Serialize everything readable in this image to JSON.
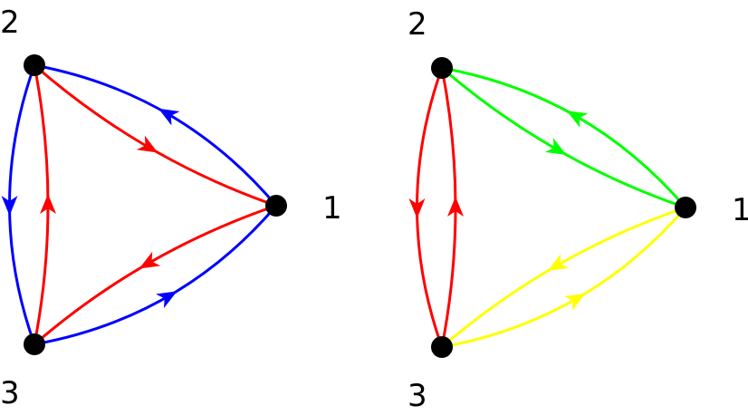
{
  "diagrams": [
    {
      "id": "left",
      "nodes": [
        {
          "id": "2",
          "label": "2"
        },
        {
          "id": "1",
          "label": "1"
        },
        {
          "id": "3",
          "label": "3"
        }
      ],
      "edges": [
        {
          "from": "1",
          "to": "2",
          "color": "#0000ff",
          "side": "outer"
        },
        {
          "from": "2",
          "to": "1",
          "color": "#ff0000",
          "side": "inner"
        },
        {
          "from": "2",
          "to": "3",
          "color": "#0000ff",
          "side": "outer"
        },
        {
          "from": "3",
          "to": "2",
          "color": "#ff0000",
          "side": "inner"
        },
        {
          "from": "3",
          "to": "1",
          "color": "#0000ff",
          "side": "outer"
        },
        {
          "from": "1",
          "to": "3",
          "color": "#ff0000",
          "side": "inner"
        }
      ]
    },
    {
      "id": "right",
      "nodes": [
        {
          "id": "2",
          "label": "2"
        },
        {
          "id": "1",
          "label": "1"
        },
        {
          "id": "3",
          "label": "3"
        }
      ],
      "edges": [
        {
          "from": "1",
          "to": "2",
          "color": "#00ff00",
          "side": "outer"
        },
        {
          "from": "2",
          "to": "1",
          "color": "#00ff00",
          "side": "inner"
        },
        {
          "from": "2",
          "to": "3",
          "color": "#ff0000",
          "side": "outer"
        },
        {
          "from": "3",
          "to": "2",
          "color": "#ff0000",
          "side": "inner"
        },
        {
          "from": "3",
          "to": "1",
          "color": "#ffff00",
          "side": "outer"
        },
        {
          "from": "1",
          "to": "3",
          "color": "#ffff00",
          "side": "inner"
        }
      ]
    }
  ],
  "colors": {
    "node": "#000000",
    "label": "#000000"
  }
}
